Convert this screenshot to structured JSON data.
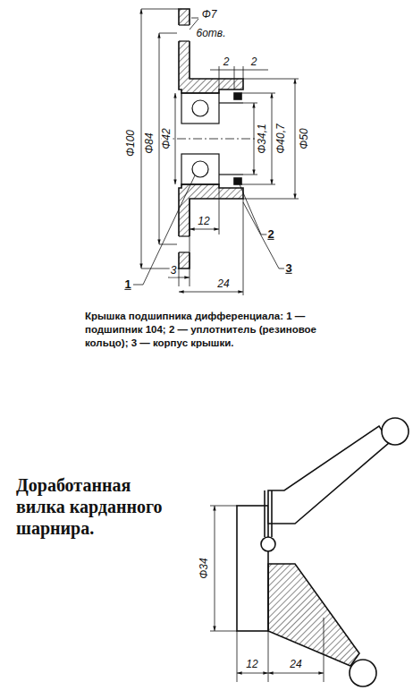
{
  "diagram": {
    "labels": [
      "Φ7",
      "6отв.",
      "2",
      "2",
      "Φ100",
      "Φ84",
      "Φ42",
      "Φ34,1",
      "Φ40,7",
      "Φ50",
      "12",
      "2",
      "3",
      "24",
      "1",
      "3",
      "Крышка подшипника дифференциала: 1 — подшипник 104; 2 — уплотнитель (резиновое кольцо); 3 — корпус крышки.",
      "Доработанная вилка карданного шарнира.",
      "Φ34",
      "12",
      "24"
    ]
  }
}
